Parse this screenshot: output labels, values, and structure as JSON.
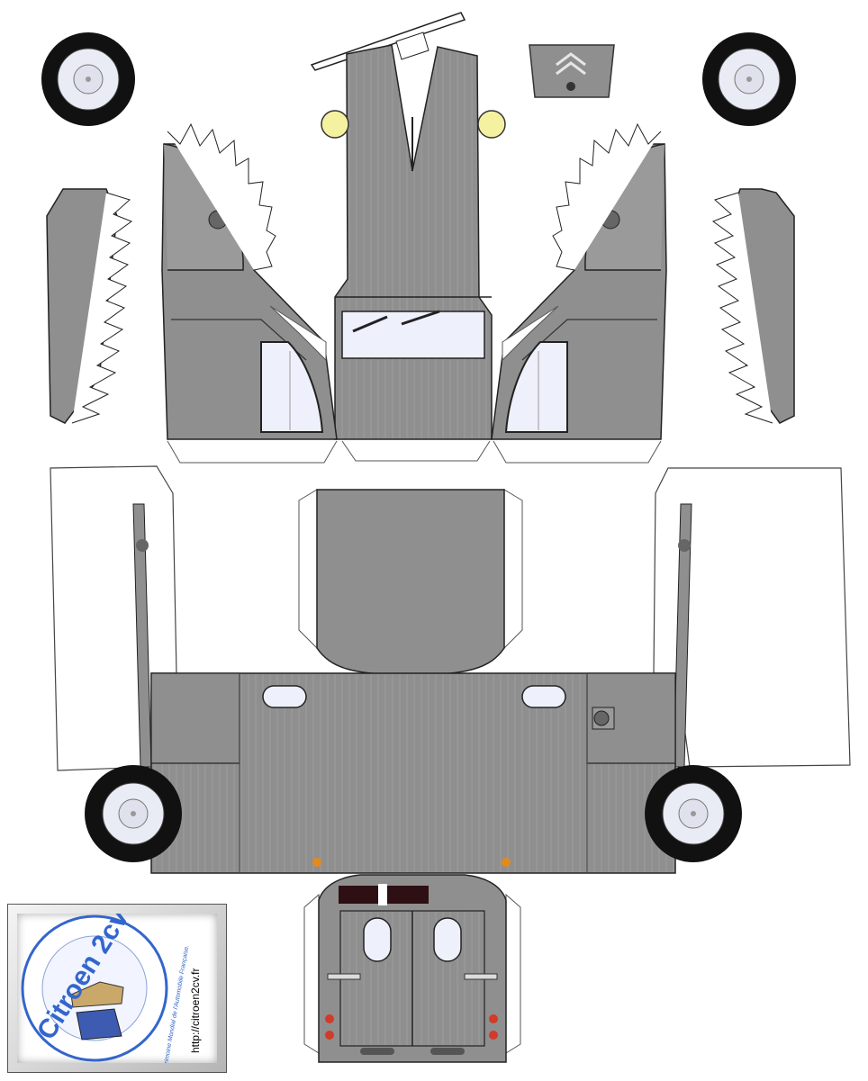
{
  "sheet": {
    "subject": "Citroen HY van paper model",
    "body_color": "#8f8f8f",
    "line_color": "#2a2a2a",
    "glass_color": "#eef0fb",
    "tab_color": "#ffffff",
    "headlight_color": "#f4f2a0",
    "indicator_color": "#e58a1a",
    "tail_light_color": "#d23a2a"
  },
  "logo": {
    "brand_text": "Citroen 2cv",
    "ring_text": ".Patrimoine Mondial de l'Automobile Française.",
    "url_text": "http://citroen2cv.fr",
    "brand_color": "#3366cc"
  },
  "icons": {
    "emblem": "double-chevron-icon",
    "wiper": "wiper-icon"
  }
}
